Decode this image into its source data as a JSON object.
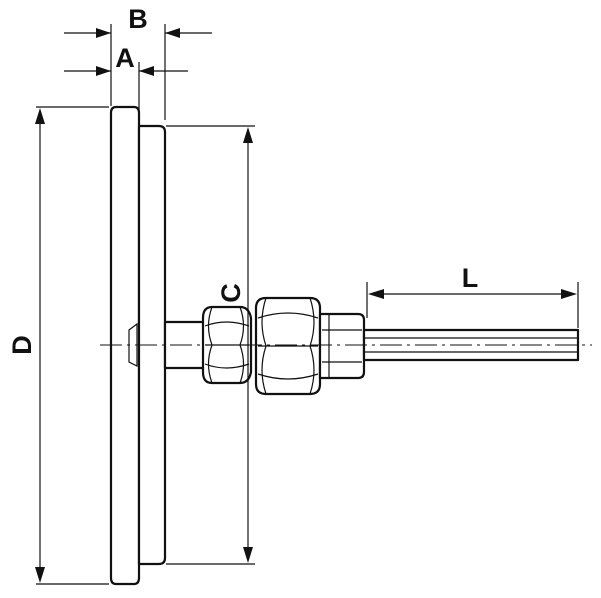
{
  "diagram": {
    "dimension_labels": {
      "A": "A",
      "B": "B",
      "C": "C",
      "D": "D",
      "L": "L"
    }
  }
}
